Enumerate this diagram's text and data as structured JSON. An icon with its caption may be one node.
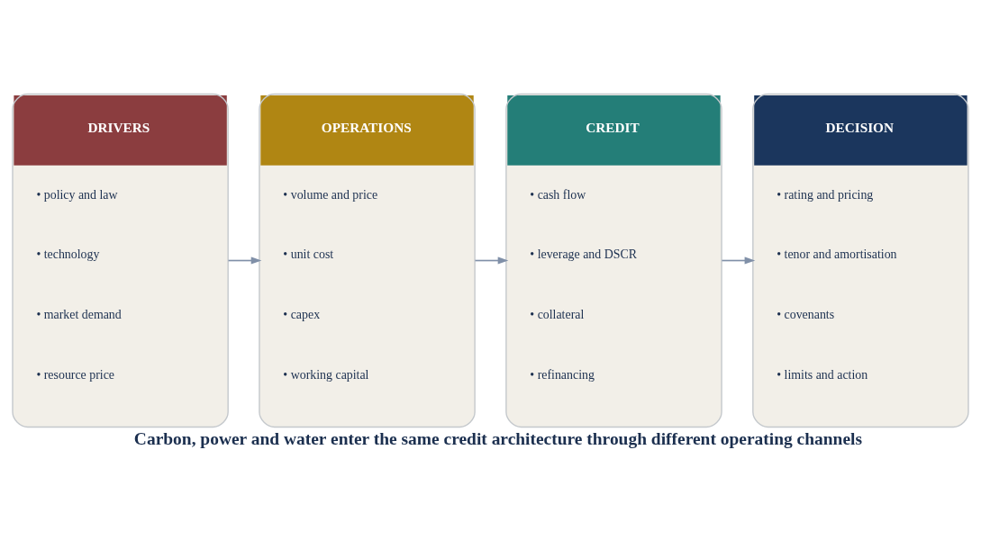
{
  "diagram": {
    "caption": "Carbon, power and water enter the same credit architecture through different operating channels",
    "nodes": [
      {
        "text": [
          "DRIVERS",
          "• policy and law",
          "• technology",
          "• market demand",
          "• resource price"
        ]
      },
      {
        "text": [
          "OPERATIONS",
          "• volume and price",
          "• unit cost",
          "• capex",
          "• working capital"
        ]
      },
      {
        "text": [
          "CREDIT",
          "• cash flow",
          "• leverage and DSCR",
          "• collateral",
          "• refinancing"
        ]
      },
      {
        "text": [
          "DECISION",
          "• rating and pricing",
          "• tenor and amortisation",
          "• covenants",
          "• limits and action"
        ]
      }
    ],
    "edges": [
      {
        "from": 0,
        "to": 1,
        "arrow": "to"
      },
      {
        "from": 1,
        "to": 2,
        "arrow": "to"
      },
      {
        "from": 2,
        "to": 3,
        "arrow": "to"
      }
    ]
  }
}
